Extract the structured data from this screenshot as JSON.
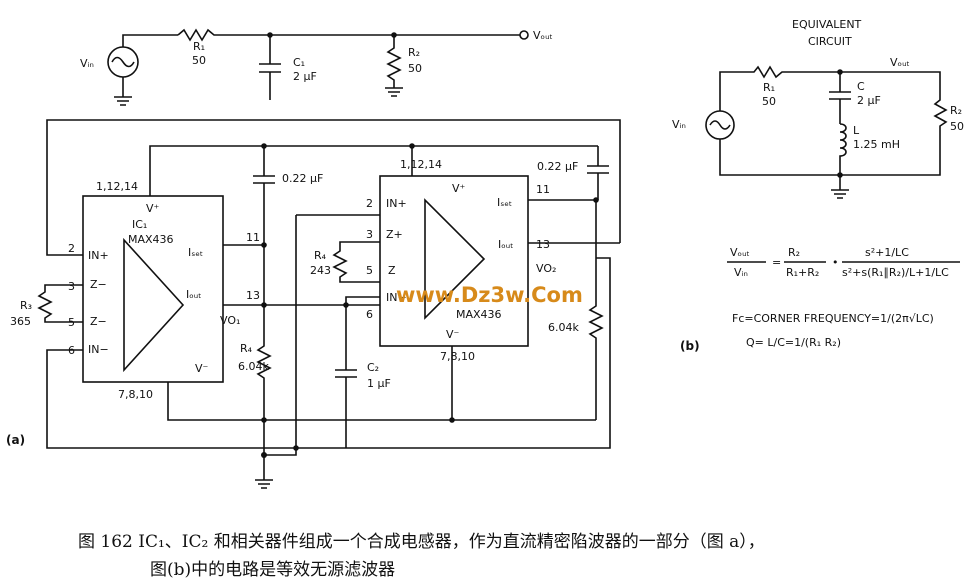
{
  "left_circuit": {
    "vin": "Vᵢₙ",
    "r1_label": "R₁",
    "r1_value": "50",
    "c1_label": "C₁",
    "c1_value": "2 µF",
    "r2_label": "R₂",
    "r2_value": "50",
    "vout": "Vₒᵤₜ",
    "ic1_pins_top": "1,12,14",
    "ic1_vplus": "V⁺",
    "ic1_name": "IC₁",
    "ic1_part": "MAX436",
    "ic1_in_plus": "IN+",
    "ic1_z_minus_a": "Z−",
    "ic1_z_minus_b": "Z−",
    "ic1_in_minus": "IN−",
    "ic1_iset": "Iₛₑₜ",
    "ic1_iout": "Iₒᵤₜ",
    "ic1_vo": "VO₁",
    "ic1_vminus": "V⁻",
    "ic1_pins_bottom": "7,8,10",
    "pin2": "2",
    "pin3": "3",
    "pin5": "5",
    "pin6": "6",
    "pin11": "11",
    "pin13": "13",
    "r3_label": "R₃",
    "r3_value": "365",
    "cap_022a": "0.22 µF",
    "r4_label": "R₄",
    "r4_value": "6.04k",
    "c2_label": "C₂",
    "c2_value": "1 µF",
    "ic2_pins_top": "1,12,14",
    "ic2_vplus": "V⁺",
    "ic2_in_plus": "IN+",
    "ic2_z_plus": "Z+",
    "ic2_z": "Z",
    "ic2_in_minus": "IN−",
    "ic2_part": "MAX436",
    "ic2_vminus": "V⁻",
    "ic2_pins_bottom": "7,8,10",
    "ic2_iset": "Iₛₑₜ",
    "ic2_iout": "Iₒᵤₜ",
    "ic2_vo": "VO₂",
    "ic2_pin2": "2",
    "ic2_pin3": "3",
    "ic2_pin5": "5",
    "ic2_pin6": "6",
    "ic2_pin11": "11",
    "ic2_pin13": "13",
    "r4b_label": "R₄",
    "r4b_value": "243",
    "cap_022b": "0.22 µF",
    "r_604k_b": "6.04k",
    "label_a": "(a)"
  },
  "right_circuit": {
    "title_line1": "EQUIVALENT",
    "title_line2": "CIRCUIT",
    "vin": "Vᵢₙ",
    "r1_label": "R₁",
    "r1_value": "50",
    "c_label": "C",
    "c_value": "2 µF",
    "l_label": "L",
    "l_value": "1.25 mH",
    "vout": "Vₒᵤₜ",
    "r2_label": "R₂",
    "r2_value": "50",
    "eq_lhs_num": "Vₒᵤₜ",
    "eq_lhs_den": "Vᵢₙ",
    "eq_mid_num": "R₂",
    "eq_mid_den": "R₁+R₂",
    "eq_rhs_num": "s²+1/LC",
    "eq_rhs_den": "s²+s(R₁∥R₂)/L+1/LC",
    "fc": "Fᴄ=CORNER FREQUENCY=1/(2π√LC)",
    "label_b": "(b)",
    "q": "Q= L/C=1/(R₁ R₂)"
  },
  "watermark": "www.Dz3w.Com",
  "caption": {
    "line1": "图 162  IC₁、IC₂ 和相关器件组成一个合成电感器，作为直流精密陷波器的一部分（图 a），",
    "line2": "图(b)中的电路是等效无源滤波器"
  }
}
